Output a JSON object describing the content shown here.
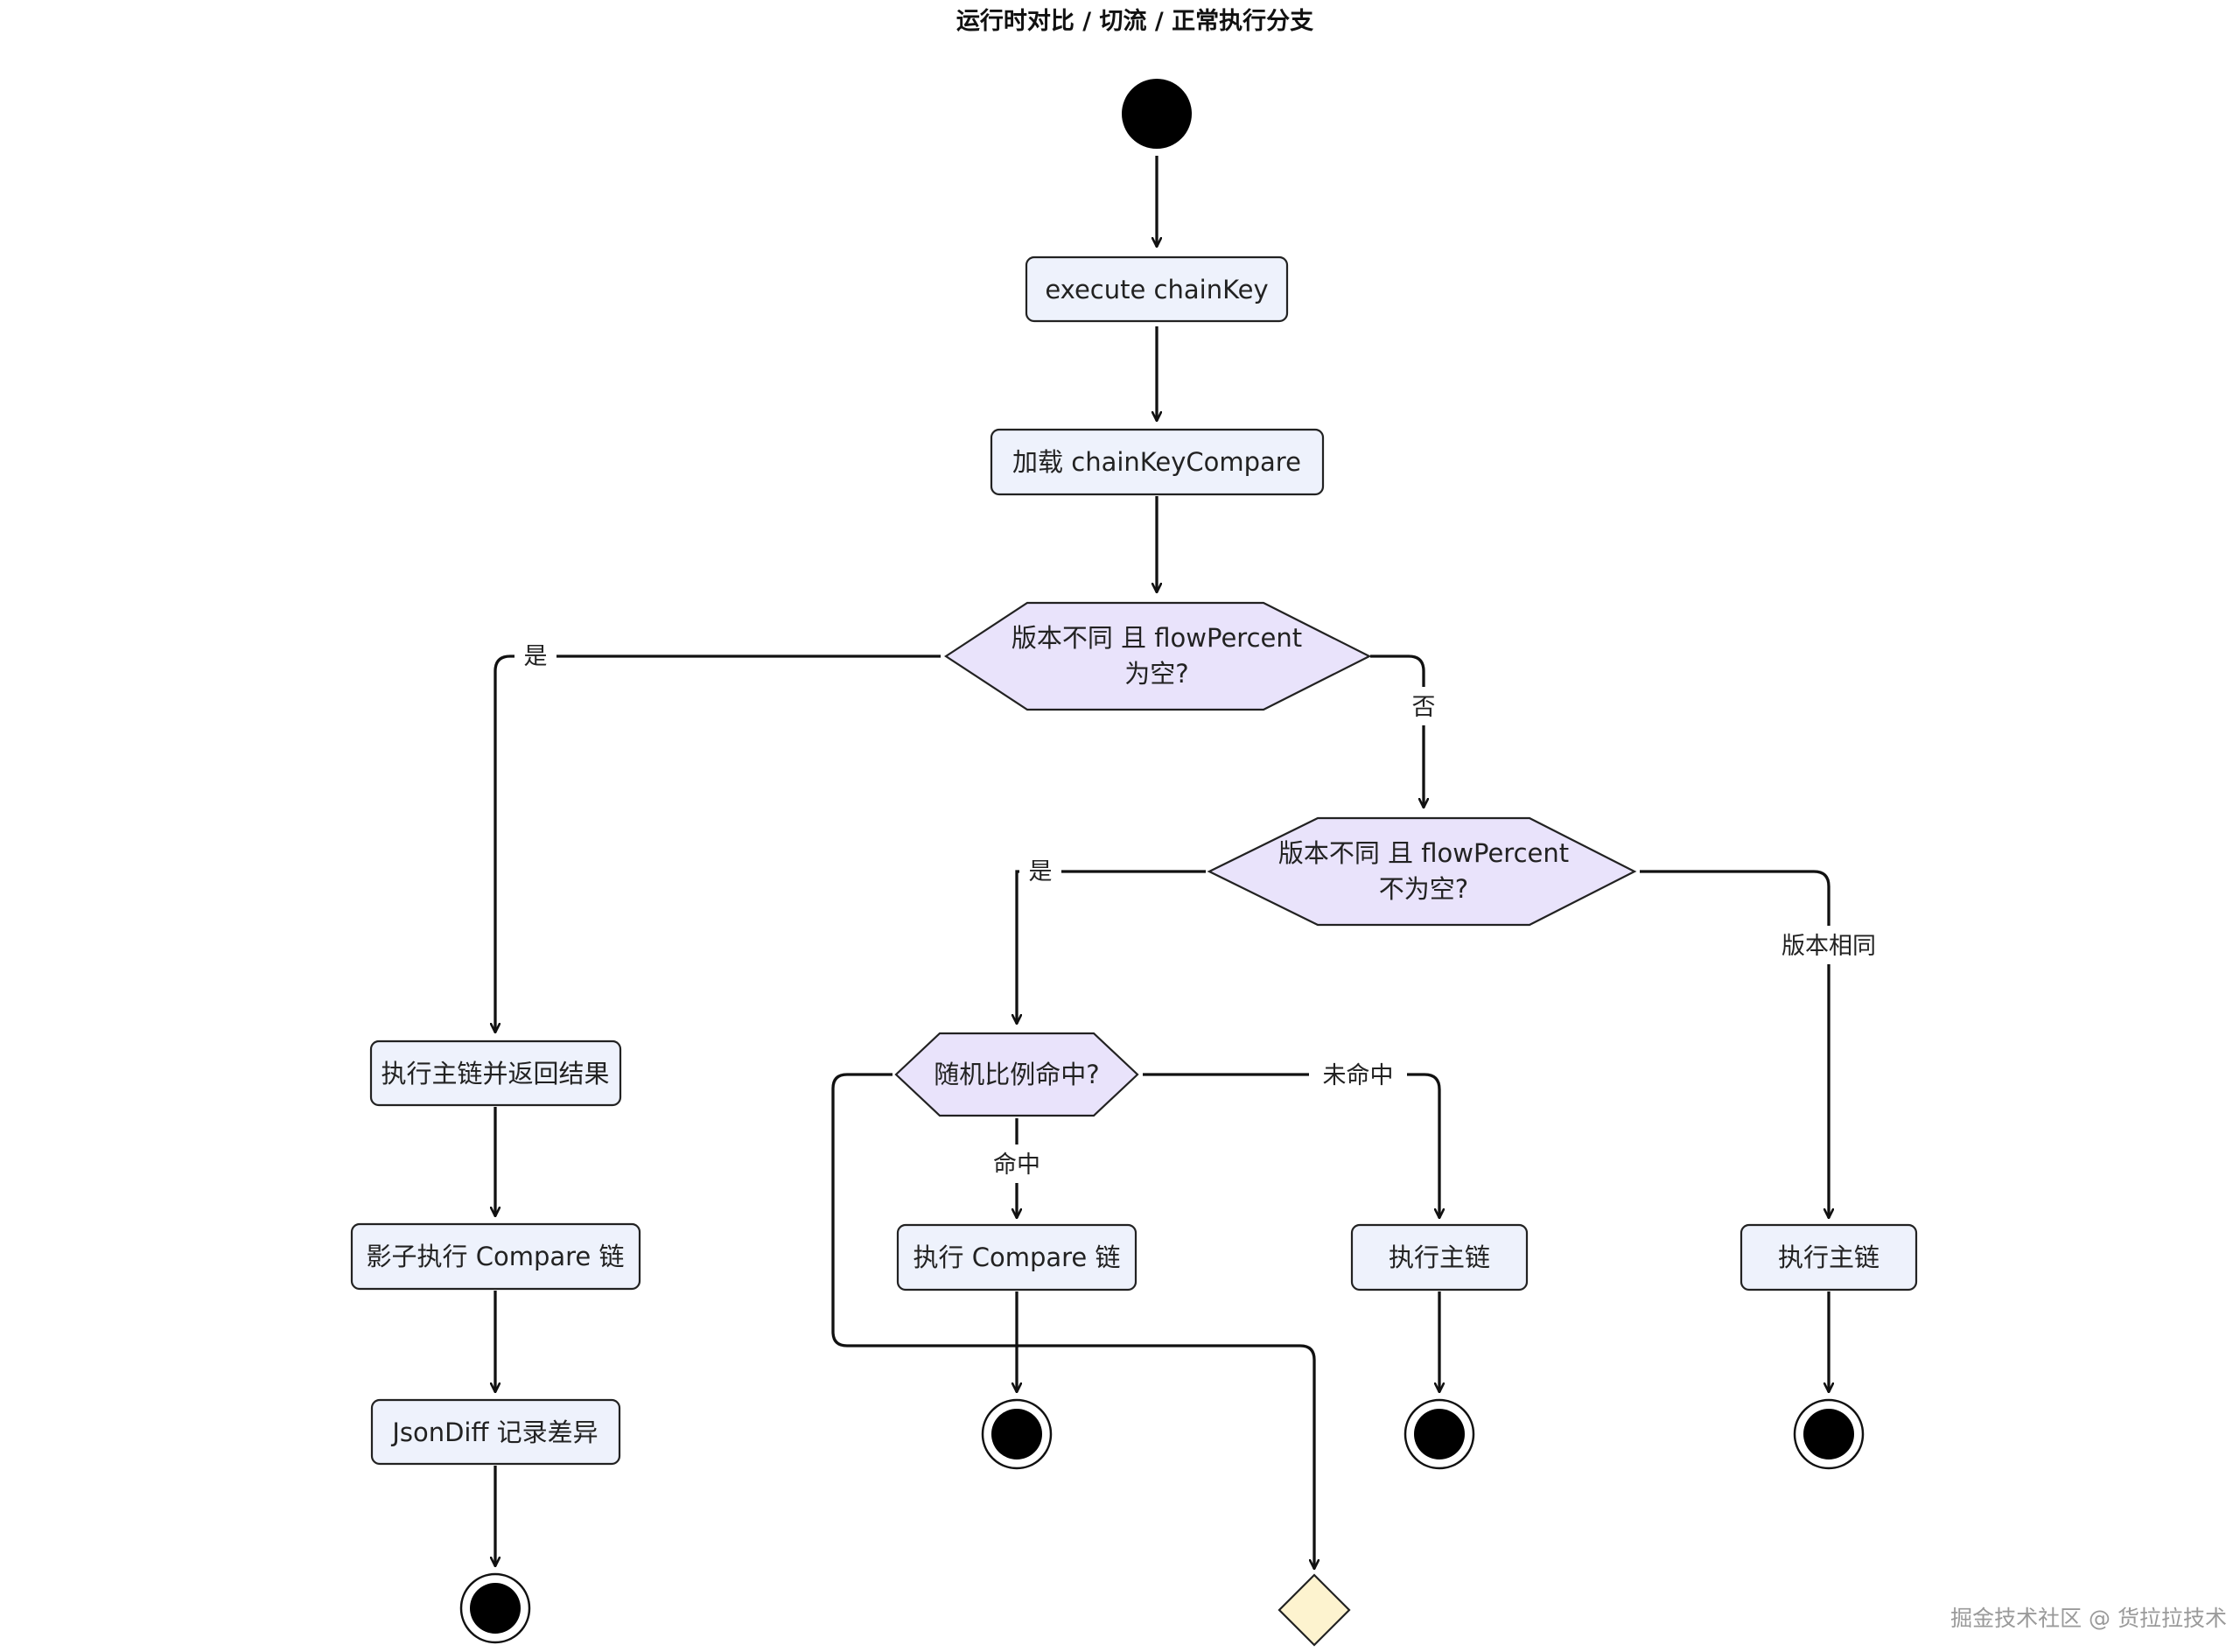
{
  "title": "运行时对比 / 切流 / 正常执行分支",
  "nodes": {
    "execute": "execute chainKey",
    "load_compare": "加载 chainKeyCompare",
    "decision1": [
      "版本不同 且 flowPercent",
      "为空?"
    ],
    "decision2": [
      "版本不同 且 flowPercent",
      "不为空?"
    ],
    "decision3": "随机比例命中?",
    "exec_main_return": "执行主链并返回结果",
    "shadow_compare": "影子执行 Compare 链",
    "jsondiff": "JsonDiff 记录差异",
    "exec_compare": "执行 Compare 链",
    "exec_main_miss": "执行主链",
    "exec_main_same": "执行主链"
  },
  "edge_labels": {
    "d1_yes": "是",
    "d1_no": "否",
    "d2_yes": "是",
    "d2_same": "版本相同",
    "d3_hit": "命中",
    "d3_miss": "未命中"
  },
  "watermark": "掘金技术社区 @ 货拉拉技术",
  "colors": {
    "action_fill": "#eef2fc",
    "decision_fill": "#e9e3fb",
    "merge_fill": "#fdf3cf",
    "stroke": "#222222"
  }
}
